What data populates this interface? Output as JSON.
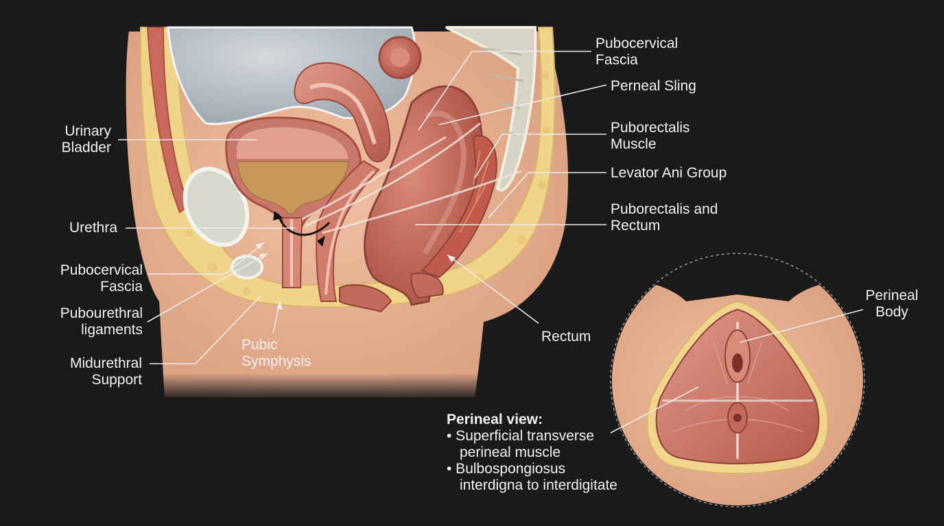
{
  "labels": {
    "pubocervical_fascia_top": "Pubocervical\nFascia",
    "perneal_sling": "Perneal Sling",
    "puborectalis_muscle": "Puborectalis\nMuscle",
    "levator_ani_group": "Levator Ani Group",
    "puborectalis_and_rectum": "Puborectalis and\nRectum",
    "rectum": "Rectum",
    "urinary_bladder": "Urinary\nBladder",
    "urethra": "Urethra",
    "pubocervical_fascia_left": "Pubocervical\nFascia",
    "pubourethral_ligaments": "Pubourethral\nligaments",
    "midurethral_support": "Midurethral\nSupport",
    "pubic_symphysis": "Pubic\nSymphysis",
    "perineal_body": "Perineal\nBody"
  },
  "perineal_note": {
    "heading": "Perineal view:",
    "item1_line1": "• Superficial transverse",
    "item1_line2": "perineal muscle",
    "item2_line1": "• Bulbospongiosus",
    "item2_line2": "interdigna to interdigitate"
  },
  "colors": {
    "background": "#1a1a1a",
    "skin": "#e9b394",
    "fat": "#f1d58c",
    "muscle": "#c8685a",
    "muscle_light": "#dd9a86",
    "urine": "#c9975a",
    "bladder_cavity": "#b9c2c9",
    "bone": "#dcdcd2",
    "leader": "#ececec"
  }
}
